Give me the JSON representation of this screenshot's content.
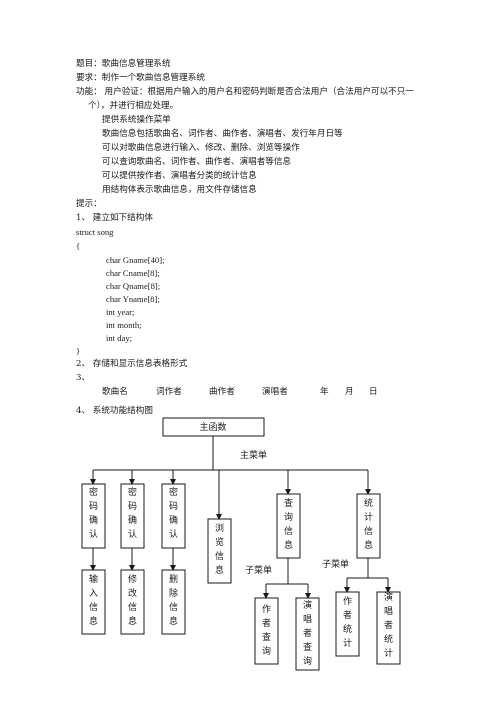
{
  "doc": {
    "title": "题目：歌曲信息管理系统",
    "requirement": "要求：制作一个歌曲信息管理系统",
    "function_line1": "功能：   用户验证：根据用户输入的用户名和密码判断是否合法用户（合法用户可以不只一",
    "function_line2": "个），并进行相应处理。",
    "features": [
      "提供系统操作菜单",
      "歌曲信息包括歌曲名、词作者、曲作者、演唱者、发行年月日等",
      "可以对歌曲信息进行输入、修改、删除、浏览等操作",
      "可以查询歌曲名、词作者、曲作者、演唱者等信息",
      "可以提供按作者、演唱者分类的统计信息",
      "用结构体表示歌曲信息，用文件存储信息"
    ],
    "hint_label": "提示：",
    "step1": "1、  建立如下结构体",
    "struct_decl": "struct song",
    "brace_open": "{",
    "fields": [
      "char    Gname[40];",
      "char    Cname[8];",
      "char    Qname[8];",
      "char    Yname[8];",
      "int year;",
      "int month;",
      "int day;"
    ],
    "brace_close": "}",
    "step2": "2、  存储和显示信息表格形式",
    "step3": "3、",
    "table_headers": [
      "歌曲名",
      "词作者",
      "曲作者",
      "演唱者",
      "年",
      "月",
      "日"
    ],
    "step4": "4、  系统功能结构图"
  },
  "diagram": {
    "root": "主函数",
    "main_menu_label": "主菜单",
    "sub_menu_label_1": "子菜单",
    "sub_menu_label_2": "子菜单",
    "top_boxes": [
      "密码确认",
      "密码确认",
      "密码确认",
      "浏览信息",
      "查询信息",
      "统计信息"
    ],
    "child_boxes": [
      "输入信息",
      "修改信息",
      "删除信息",
      "作者查询",
      "演唱者查询",
      "作者统计",
      "演唱者统计"
    ]
  }
}
